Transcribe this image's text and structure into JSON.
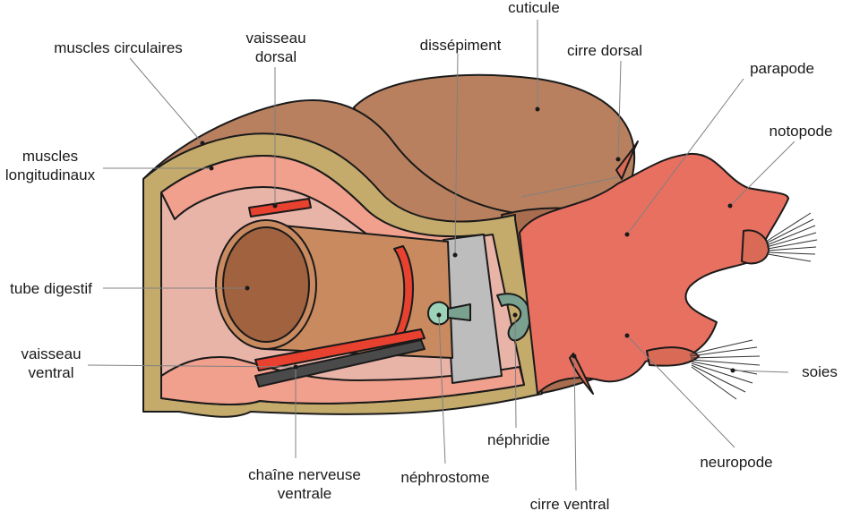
{
  "labels": {
    "cuticule": "cuticule",
    "vaisseau_dorsal_1": "vaisseau",
    "vaisseau_dorsal_2": "dorsal",
    "dissepiment": "dissépiment",
    "cirre_dorsal": "cirre dorsal",
    "muscles_circulaires": "muscles circulaires",
    "parapode": "parapode",
    "notopode": "notopode",
    "muscles_longitudinaux_1": "muscles",
    "muscles_longitudinaux_2": "longitudinaux",
    "tube_digestif": "tube digestif",
    "vaisseau_ventral_1": "vaisseau",
    "vaisseau_ventral_2": "ventral",
    "soies": "soies",
    "nephridie": "néphridie",
    "neuropode": "neuropode",
    "chaine_nerveuse_1": "chaîne nerveuse",
    "chaine_nerveuse_2": "ventrale",
    "nephrostome": "néphrostome",
    "cirre_ventral": "cirre ventral"
  },
  "colors": {
    "body": "#b9805f",
    "body_dark": "#9c6447",
    "cuticle_band": "#c4ab6c",
    "muscle": "#f0a08c",
    "muscle_light": "#f2b8a8",
    "gut": "#a0623f",
    "gut_rim": "#c98a60",
    "vessel": "#e8412f",
    "nerve": "#4a4a4a",
    "septum": "#bdbdbd",
    "parapode": "#e87060",
    "nephridium": "#7aa090"
  }
}
